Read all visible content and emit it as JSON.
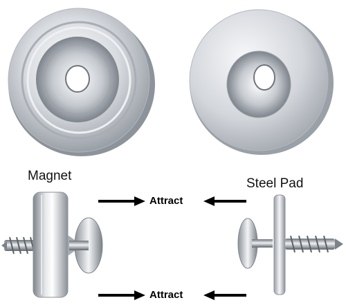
{
  "labels": {
    "magnet": "Magnet",
    "steel_pad": "Steel Pad",
    "attract_top": "Attract",
    "attract_bottom": "Attract"
  },
  "colors": {
    "metal_light": "#f2f3f5",
    "metal_mid": "#c9ccd1",
    "metal_dark": "#8f949b",
    "arrow": "#000000"
  }
}
